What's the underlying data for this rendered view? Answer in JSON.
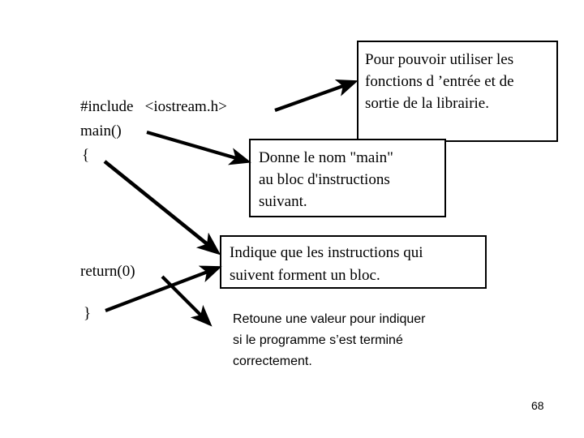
{
  "slide": {
    "page_number": "68",
    "background_color": "#ffffff",
    "ink_color": "#000000"
  },
  "code": {
    "lines": [
      {
        "id": "include",
        "text": "#include   <iostream.h>"
      },
      {
        "id": "main",
        "text": "main()"
      },
      {
        "id": "brace_open",
        "text": "{"
      },
      {
        "id": "return",
        "text": "return(0)"
      },
      {
        "id": "brace_close",
        "text": "}"
      }
    ]
  },
  "notes": {
    "include": {
      "line1": "Pour pouvoir utiliser les",
      "line2": "fonctions d ’entrée et de",
      "line3": "sortie de la librairie.",
      "boxed": true
    },
    "main": {
      "line1": "Donne le nom \"main\"",
      "line2": "au bloc d'instructions",
      "line3": "suivant.",
      "boxed": true
    },
    "brace_open": {
      "line1": "Indique que les instructions qui",
      "line2": "suivent forment un bloc.",
      "boxed": true
    },
    "return": {
      "line1": "Retoune une valeur pour indiquer",
      "line2": "si le programme s’est terminé",
      "line3": "correctement.",
      "boxed": false
    }
  },
  "arrows": [
    {
      "id": "include-to-note",
      "from": "#include <iostream.h>",
      "to": "note-include"
    },
    {
      "id": "main-to-note",
      "from": "main()",
      "to": "note-main"
    },
    {
      "id": "brace-open-to-note",
      "from": "{",
      "to": "note-brace"
    },
    {
      "id": "brace-close-to-note",
      "from": "}",
      "to": "note-brace"
    },
    {
      "id": "return-to-note",
      "from": "return(0)",
      "to": "note-return"
    }
  ]
}
